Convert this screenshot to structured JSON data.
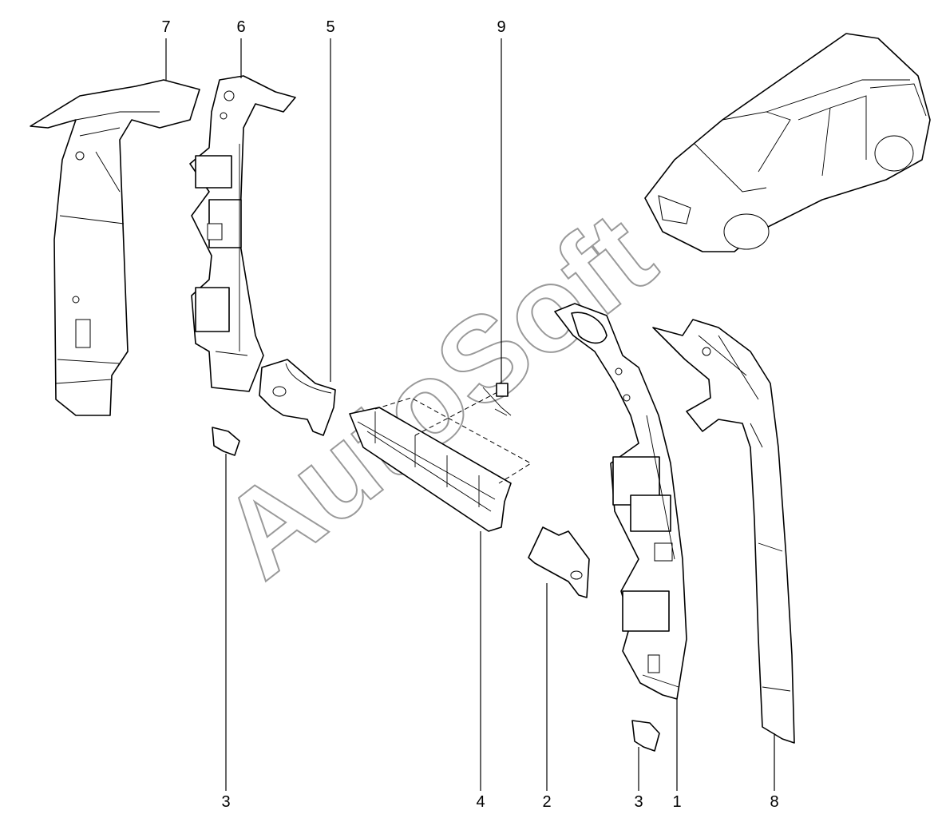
{
  "watermark": "AutoSoft",
  "callouts": [
    "7",
    "6",
    "5",
    "9",
    "3",
    "4",
    "2",
    "3",
    "1",
    "8"
  ],
  "colors": {
    "line": "#000000",
    "watermark": "#9a9a9a",
    "background": "#ffffff"
  }
}
